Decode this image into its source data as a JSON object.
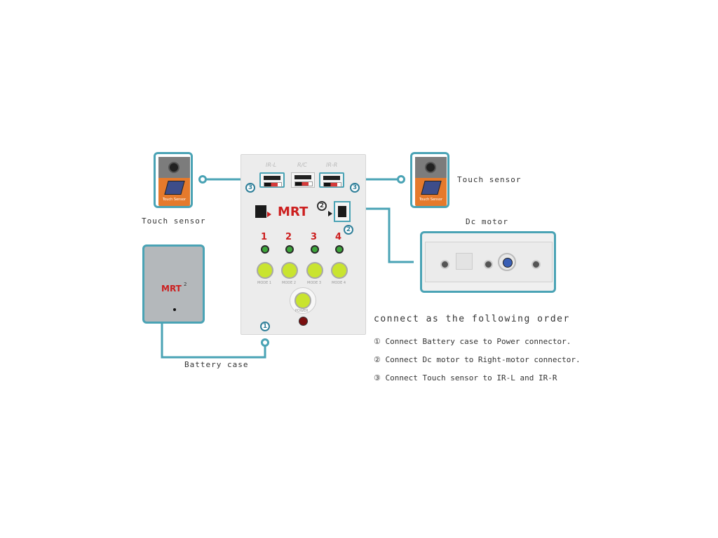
{
  "labels": {
    "touch_left": "Touch sensor",
    "touch_right": "Touch sensor",
    "dc_motor": "Dc motor",
    "battery": "Battery case"
  },
  "board": {
    "ports": [
      "IR-L",
      "R/C",
      "IR-R"
    ],
    "logo": "MRT",
    "logo_sup": "2",
    "numbers": [
      "1",
      "2",
      "3",
      "4"
    ],
    "modes": [
      "MODE 1",
      "MODE 2",
      "MODE 3",
      "MODE 4"
    ],
    "power": "POWER"
  },
  "sensor": {
    "chip_label": "Touch Sensor"
  },
  "battery_box": {
    "logo": "MRT",
    "logo_sup": "2"
  },
  "badges": {
    "b1": "1",
    "b2": "2",
    "b3": "3"
  },
  "instructions": {
    "heading": "connect as the following order",
    "steps": [
      "① Connect Battery case to Power connector.",
      "② Connect Dc motor to Right-motor connector.",
      "③ Connect Touch sensor to IR-L and IR-R"
    ]
  },
  "colors": {
    "accent": "#4aa3b5",
    "logo_red": "#cc1f1f",
    "button": "#c9e42f",
    "led": "#3da53a",
    "sensor": "#e57a2c"
  }
}
